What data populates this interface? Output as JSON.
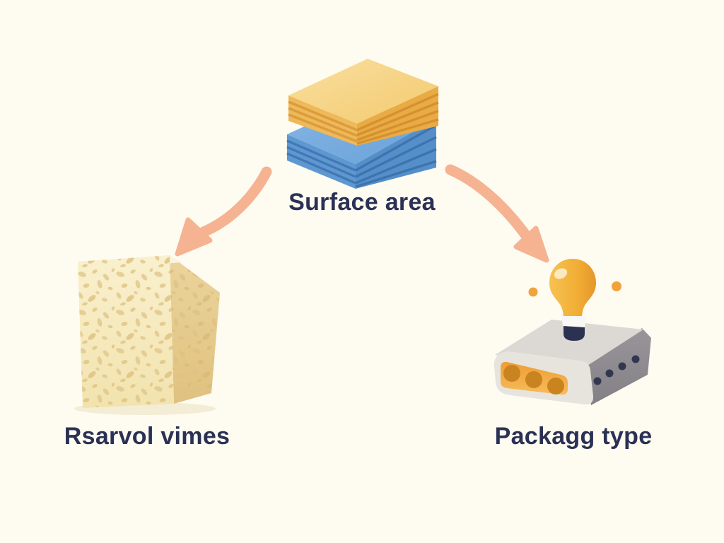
{
  "page": {
    "background_color": "#FEFBF1",
    "text_color": "#2B3154",
    "arrow_color": "#F5B392"
  },
  "labels": {
    "top": {
      "text": "Surface area"
    },
    "bottom_left": {
      "text": "Rsarvol vimes"
    },
    "bottom_right": {
      "text": "Packagg type"
    }
  },
  "illustrations": {
    "top_center": {
      "name": "sponge-cloth-stack",
      "description": "two stacked layered sponge cloths, yellow over blue",
      "colors": {
        "top_cloth": "#F4CB72",
        "top_cloth_side": "#EDB455",
        "bottom_cloth": "#6FA6DB",
        "bottom_cloth_side": "#5C96CF"
      }
    },
    "bottom_left": {
      "name": "sponge-block",
      "description": "porous cream sponge block",
      "colors": {
        "front": "#F6ECC4",
        "side": "#EBD59E",
        "pores": "#E0C687"
      }
    },
    "bottom_right": {
      "name": "package-device-with-bulb",
      "description": "gray package module with orange ports, side pins and glowing lightbulb",
      "colors": {
        "top": "#DCD9D5",
        "front": "#E7E4DE",
        "side": "#8F8D90",
        "ports": "#F2A945",
        "holes": "#C9841F",
        "bulb": "#F2B138",
        "socket": "#2B3150",
        "pins": "#33374E"
      }
    }
  }
}
